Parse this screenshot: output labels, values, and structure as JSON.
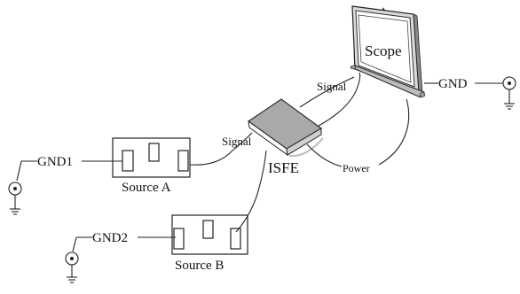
{
  "labels": {
    "scope": "Scope",
    "gnd": "GND",
    "signal_top": "Signal",
    "signal_left": "Signal",
    "isfe": "ISFE",
    "power": "Power",
    "gnd1": "GND1",
    "source_a": "Source A",
    "gnd2": "GND2",
    "source_b": "Source B"
  }
}
